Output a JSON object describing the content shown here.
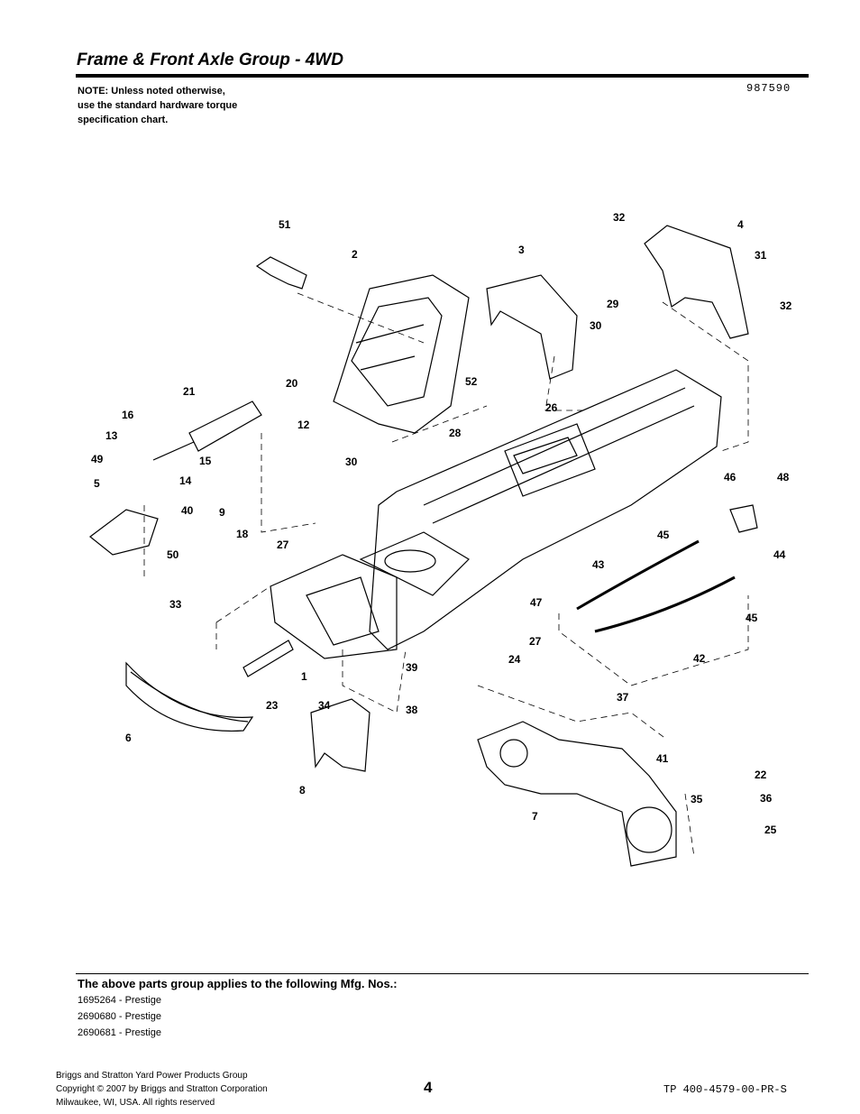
{
  "header": {
    "title": "Frame & Front Axle Group - 4WD",
    "drawing_number": "987590",
    "note_lines": [
      "NOTE: Unless noted otherwise,",
      "use the standard hardware torque",
      "specification chart."
    ]
  },
  "diagram": {
    "callouts": [
      "51",
      "2",
      "3",
      "32",
      "4",
      "31",
      "32",
      "29",
      "30",
      "52",
      "21",
      "20",
      "16",
      "13",
      "15",
      "12",
      "49",
      "14",
      "28",
      "26",
      "30",
      "5",
      "40",
      "9",
      "18",
      "27",
      "50",
      "46",
      "48",
      "45",
      "44",
      "43",
      "47",
      "33",
      "27",
      "24",
      "45",
      "42",
      "1",
      "39",
      "23",
      "34",
      "38",
      "37",
      "6",
      "41",
      "8",
      "22",
      "35",
      "36",
      "7",
      "25"
    ]
  },
  "applies": {
    "heading": "The above parts group applies to the following Mfg. Nos.:",
    "models": [
      "1695264 - Prestige",
      "2690680 - Prestige",
      "2690681 - Prestige"
    ]
  },
  "footer": {
    "company_lines": [
      "Briggs and Stratton Yard Power Products Group",
      "Copyright ©  2007 by Briggs and Stratton Corporation",
      "Milwaukee, WI, USA. All rights reserved"
    ],
    "page_number": "4",
    "doc_code": "TP 400-4579-00-PR-S"
  }
}
